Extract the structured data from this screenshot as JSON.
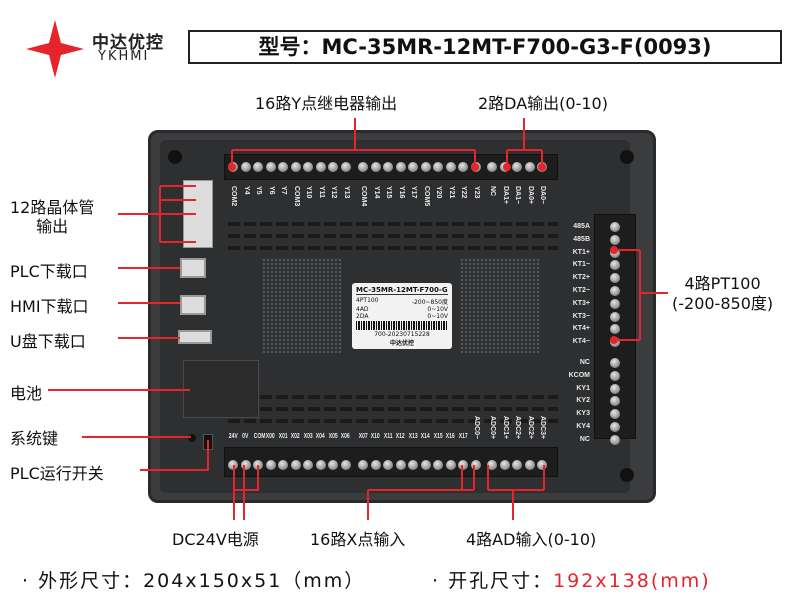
{
  "brand": {
    "name_cn": "中达优控",
    "name_en": "YKHMI",
    "color": "#e5242b"
  },
  "model_title": "型号：MC-35MR-12MT-F700-G3-F(0093)",
  "callouts": {
    "top_relay": "16路Y点继电器输出",
    "top_da": "2路DA输出(0-10)",
    "transistor": [
      "12路晶体管",
      "输出"
    ],
    "plc_dl": "PLC下载口",
    "hmi_dl": "HMI下载口",
    "usb_dl": "U盘下载口",
    "battery": "电池",
    "sys_key": "系统键",
    "run_switch": "PLC运行开关",
    "pt100": [
      "4路PT100",
      "(-200-850度)"
    ],
    "dc24": "DC24V电源",
    "x_in": "16路X点输入",
    "ad_in": "4路AD输入(0-10)"
  },
  "top_terminals": [
    [
      "COM2",
      "Y4",
      "Y5",
      "Y6",
      "Y7",
      "COM3",
      "Y10",
      "Y11",
      "Y12",
      "Y13"
    ],
    [
      "COM4",
      "Y14",
      "Y15",
      "Y16",
      "Y17",
      "COM5",
      "Y20",
      "Y21",
      "Y22",
      "Y23"
    ],
    [
      "NC",
      "DA1+",
      "DA1−",
      "DA0+",
      "DA0−"
    ]
  ],
  "bottom_terminals": [
    [
      "24V",
      "0V",
      "COM",
      "X00",
      "X01",
      "X02",
      "X03",
      "X04",
      "X05",
      "X06"
    ],
    [
      "X07",
      "X10",
      "X11",
      "X12",
      "X13",
      "X14",
      "X15",
      "X16",
      "X17",
      "ADC0−"
    ],
    [
      "ADC0+",
      "ADC1+",
      "ADC2+",
      "ADC2+",
      "ADC3+"
    ]
  ],
  "right_terminals": [
    [
      "485A",
      "485B",
      "KT1+",
      "KT1−",
      "KT2+",
      "KT2−",
      "KT3+",
      "KT3−",
      "KT4+",
      "KT4−"
    ],
    [
      "NC",
      "KCOM",
      "KY1",
      "KY2",
      "KY3",
      "KY4",
      "NC"
    ]
  ],
  "device_label": {
    "model": "MC-35MR-12MT-F700-G3-F",
    "rows": [
      [
        "4PT100",
        "-200~850度"
      ],
      [
        "4AD",
        "0~10V"
      ],
      [
        "2DA",
        "0~10V"
      ]
    ],
    "serial": "700-20230715228",
    "brand": "中达优控"
  },
  "footer": {
    "dims_label": "· 外形尺寸：",
    "dims": "204x150x51（mm）",
    "cut_label": "· 开孔尺寸：",
    "cut": "192x138(mm)",
    "cut_color": "#e5242b"
  }
}
